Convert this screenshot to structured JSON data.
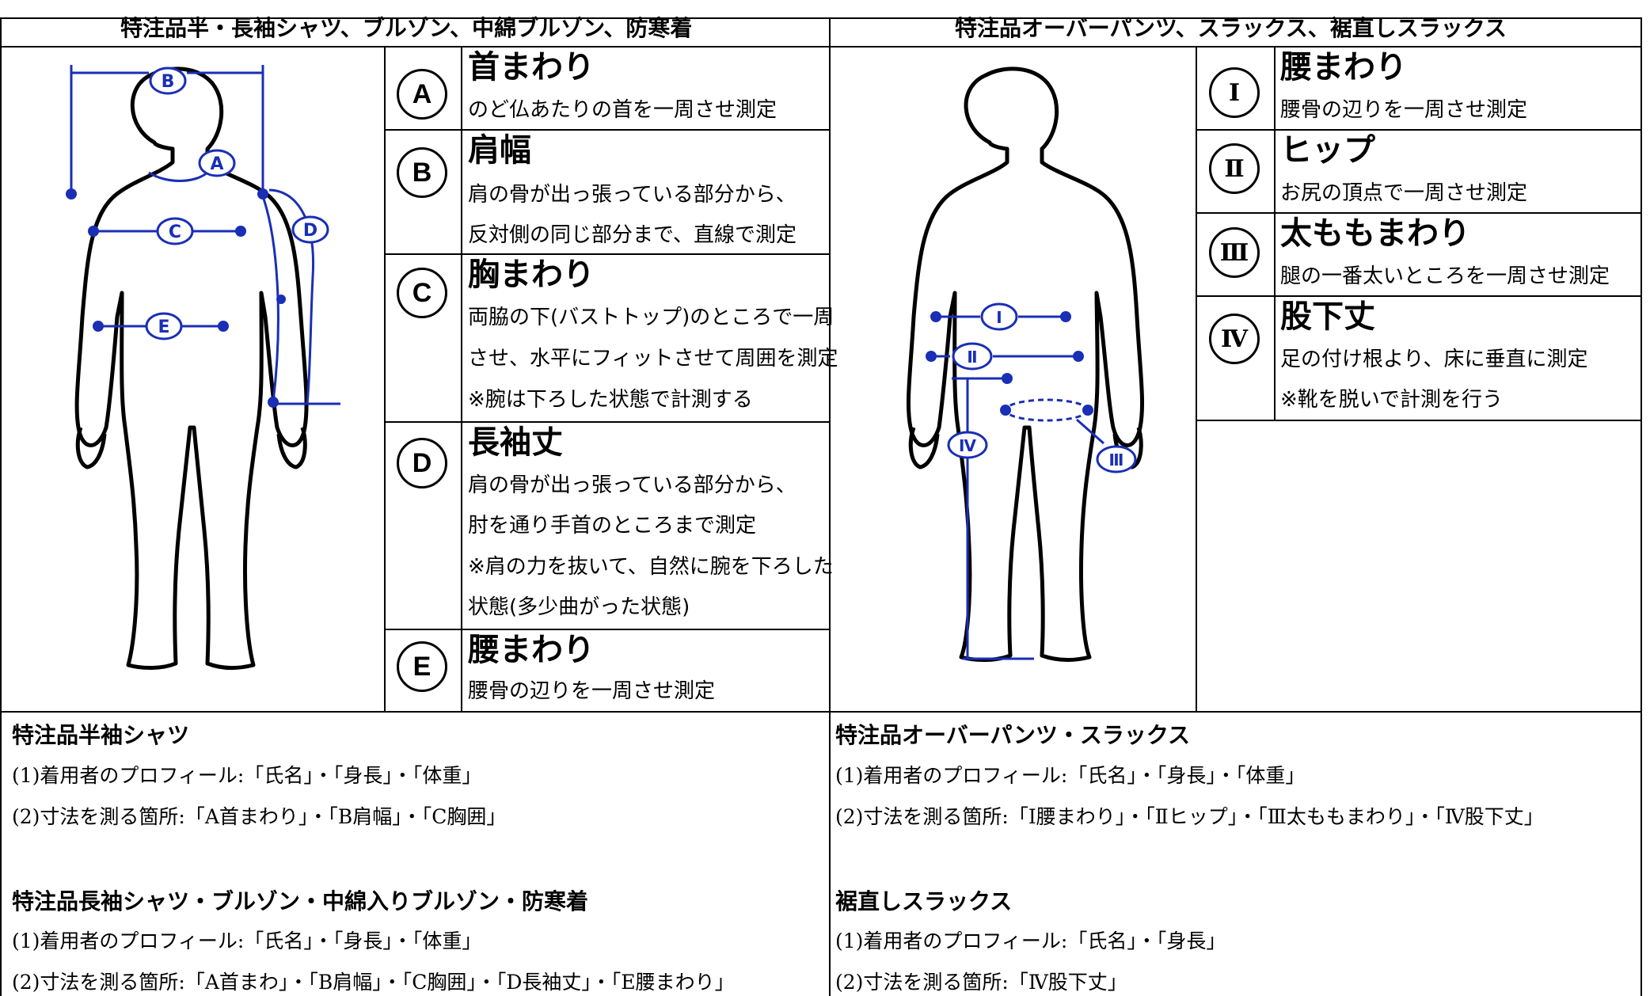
{
  "headers": {
    "left": "特注品半・長袖シャツ、ブルゾン、中綿ブルゾン、防寒着",
    "right": "特注品オーバーパンツ、スラックス、裾直しスラックス"
  },
  "upper_measurements": [
    {
      "code": "A",
      "title": "首まわり",
      "lines": [
        "のど仏あたりの首を一周させ測定"
      ]
    },
    {
      "code": "B",
      "title": "肩幅",
      "lines": [
        "肩の骨が出っ張っている部分から、",
        "反対側の同じ部分まで、直線で測定"
      ]
    },
    {
      "code": "C",
      "title": "胸まわり",
      "lines": [
        "両脇の下(バストトップ)のところで一周",
        "させ、水平にフィットさせて周囲を測定",
        "※腕は下ろした状態で計測する"
      ]
    },
    {
      "code": "D",
      "title": "長袖丈",
      "lines": [
        "肩の骨が出っ張っている部分から、",
        "肘を通り手首のところまで測定",
        "※肩の力を抜いて、自然に腕を下ろした",
        "状態(多少曲がった状態)"
      ]
    },
    {
      "code": "E",
      "title": "腰まわり",
      "lines": [
        "腰骨の辺りを一周させ測定"
      ]
    }
  ],
  "lower_measurements": [
    {
      "code": "Ⅰ",
      "title": "腰まわり",
      "lines": [
        "腰骨の辺りを一周させ測定"
      ]
    },
    {
      "code": "Ⅱ",
      "title": "ヒップ",
      "lines": [
        "お尻の頂点で一周させ測定"
      ]
    },
    {
      "code": "Ⅲ",
      "title": "太ももまわり",
      "lines": [
        "腿の一番太いところを一周させ測定"
      ]
    },
    {
      "code": "Ⅳ",
      "title": "股下丈",
      "lines": [
        "足の付け根より、床に垂直に測定",
        "※靴を脱いで計測を行う"
      ]
    }
  ],
  "figure_labels": {
    "upper": [
      "B",
      "A",
      "C",
      "D",
      "E"
    ],
    "lower": [
      "Ⅰ",
      "Ⅱ",
      "Ⅲ",
      "Ⅳ"
    ]
  },
  "sections_left": [
    {
      "title": "特注品半袖シャツ",
      "lines": [
        "(1)着用者のプロフィール:「氏名」・「身長」・「体重」",
        "(2)寸法を測る箇所:「A首まわり」・「B肩幅」・「C胸囲」"
      ]
    },
    {
      "title": "特注品長袖シャツ・ブルゾン・中綿入りブルゾン・防寒着",
      "lines": [
        "(1)着用者のプロフィール:「氏名」・「身長」・「体重」",
        "(2)寸法を測る箇所:「A首まわ」・「B肩幅」・「C胸囲」・「D長袖丈」・「E腰まわり」"
      ]
    }
  ],
  "sections_right": [
    {
      "title": "特注品オーバーパンツ・スラックス",
      "lines": [
        "(1)着用者のプロフィール:「氏名」・「身長」・「体重」",
        "(2)寸法を測る箇所:「Ⅰ腰まわり」・「Ⅱヒップ」・「Ⅲ太ももまわり」・「Ⅳ股下丈」"
      ]
    },
    {
      "title": "裾直しスラックス",
      "lines": [
        "(1)着用者のプロフィール:「氏名」・「身長」",
        "(2)寸法を測る箇所:「Ⅳ股下丈」"
      ]
    }
  ],
  "colors": {
    "measure_blue": "#1a2fb5",
    "ink": "#000000"
  }
}
